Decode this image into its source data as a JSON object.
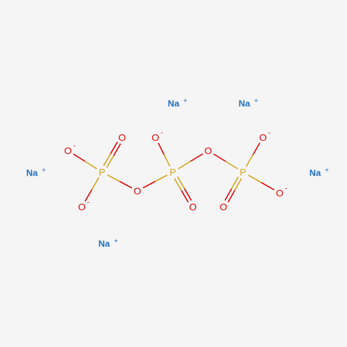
{
  "colors": {
    "background": "#f5f5f5",
    "phosphorus": "#d4a017",
    "oxygen": "#e00000",
    "sodium": "#1f6fbf"
  },
  "atoms": [
    {
      "id": "p1",
      "symbol": "P"
    },
    {
      "id": "p2",
      "symbol": "P"
    },
    {
      "id": "p3",
      "symbol": "P"
    },
    {
      "id": "o_p1_top",
      "symbol": "O"
    },
    {
      "id": "o_p1_left",
      "symbol": "O",
      "charge": "-"
    },
    {
      "id": "o_p1_bottom",
      "symbol": "O",
      "charge": "-"
    },
    {
      "id": "o_bridge1",
      "symbol": "O"
    },
    {
      "id": "o_p2_top",
      "symbol": "O",
      "charge": "-"
    },
    {
      "id": "o_p2_bottom",
      "symbol": "O"
    },
    {
      "id": "o_bridge2",
      "symbol": "O"
    },
    {
      "id": "o_p3_top",
      "symbol": "O",
      "charge": "-"
    },
    {
      "id": "o_p3_right",
      "symbol": "O",
      "charge": "-"
    },
    {
      "id": "o_p3_bottom",
      "symbol": "O"
    },
    {
      "id": "na1",
      "symbol": "Na",
      "charge": "+"
    },
    {
      "id": "na2",
      "symbol": "Na",
      "charge": "+"
    },
    {
      "id": "na3",
      "symbol": "Na",
      "charge": "+"
    },
    {
      "id": "na4",
      "symbol": "Na",
      "charge": "+"
    },
    {
      "id": "na5",
      "symbol": "Na",
      "charge": "+"
    }
  ],
  "bonds": [
    {
      "from": "p1",
      "to": "o_p1_top",
      "order": 2
    },
    {
      "from": "p1",
      "to": "o_p1_left",
      "order": 1
    },
    {
      "from": "p1",
      "to": "o_p1_bottom",
      "order": 1
    },
    {
      "from": "p1",
      "to": "o_bridge1",
      "order": 1
    },
    {
      "from": "o_bridge1",
      "to": "p2",
      "order": 1
    },
    {
      "from": "p2",
      "to": "o_p2_top",
      "order": 1
    },
    {
      "from": "p2",
      "to": "o_p2_bottom",
      "order": 2
    },
    {
      "from": "p2",
      "to": "o_bridge2",
      "order": 1
    },
    {
      "from": "o_bridge2",
      "to": "p3",
      "order": 1
    },
    {
      "from": "p3",
      "to": "o_p3_top",
      "order": 1
    },
    {
      "from": "p3",
      "to": "o_p3_right",
      "order": 1
    },
    {
      "from": "p3",
      "to": "o_p3_bottom",
      "order": 2
    }
  ]
}
